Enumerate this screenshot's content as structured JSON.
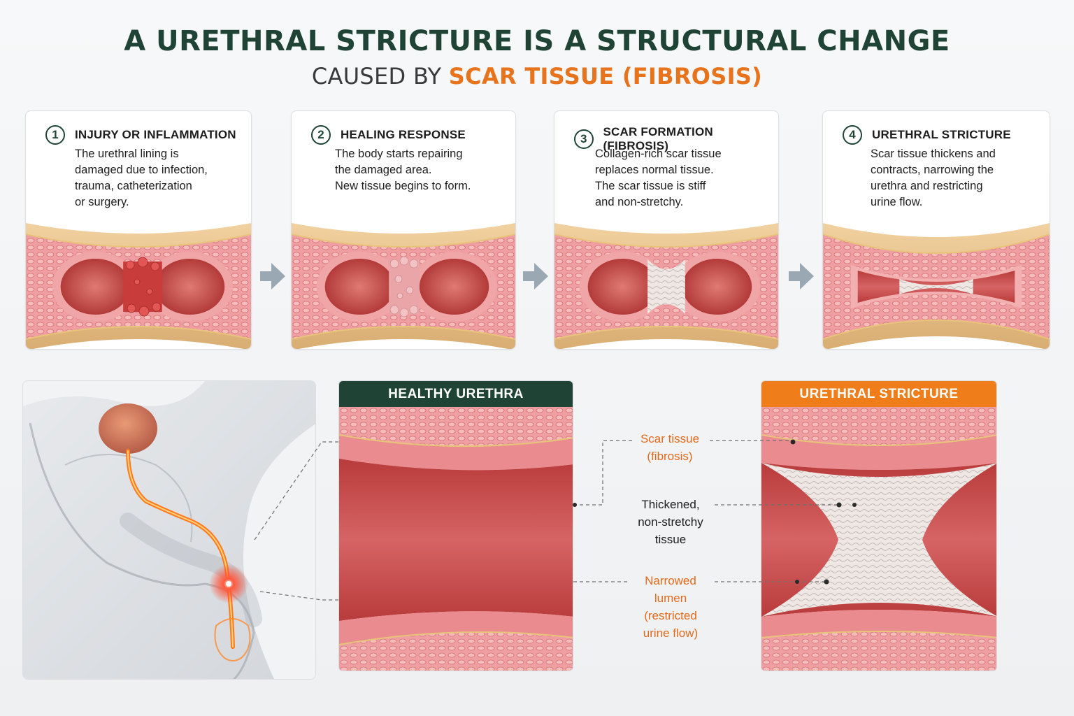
{
  "title": {
    "line1": "A URETHRAL STRICTURE IS A STRUCTURAL CHANGE",
    "line2_prefix": "CAUSED BY ",
    "line2_accent": "SCAR TISSUE (FIBROSIS)"
  },
  "steps": [
    {
      "num": "1",
      "title": "INJURY OR INFLAMMATION",
      "desc": [
        "The urethral lining is",
        "damaged due to infection,",
        "trauma, catheterization",
        "or surgery."
      ]
    },
    {
      "num": "2",
      "title": "HEALING RESPONSE",
      "desc": [
        "The body starts repairing",
        "the damaged area.",
        "New tissue begins to form."
      ]
    },
    {
      "num": "3",
      "title": "SCAR FORMATION (FIBROSIS)",
      "desc": [
        "Collagen-rich scar tissue",
        "replaces normal tissue.",
        "The scar tissue is stiff",
        "and non-stretchy."
      ]
    },
    {
      "num": "4",
      "title": "URETHRAL STRICTURE",
      "desc": [
        "Scar tissue thickens and",
        "contracts, narrowing the",
        "urethra and restricting",
        "urine flow."
      ]
    }
  ],
  "panels": {
    "healthy": {
      "title": "HEALTHY URETHRA"
    },
    "stricture": {
      "title": "URETHRAL STRICTURE"
    }
  },
  "labels": {
    "scar": [
      "Scar tissue",
      "(fibrosis)"
    ],
    "thick": [
      "Thickened,",
      "non-stretchy",
      "tissue"
    ],
    "lumen": [
      "Narrowed",
      "lumen",
      "(restricted",
      "urine flow)"
    ]
  },
  "colors": {
    "title_green": "#1f4436",
    "accent_orange": "#e8731d",
    "tissue_pink": "#e98b8f",
    "lumen_red": "#c94a4a",
    "scar_white": "#ece6e4"
  }
}
